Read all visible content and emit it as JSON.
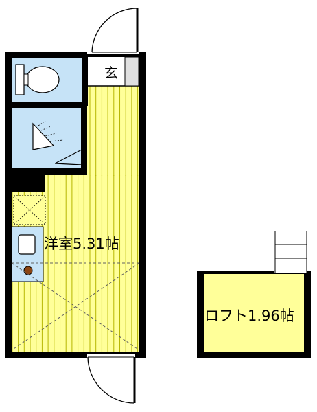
{
  "rooms": {
    "entrance": {
      "label": "玄"
    },
    "western_room": {
      "label": "洋室5.31帖"
    },
    "loft": {
      "label": "ロフト1.96帖"
    }
  },
  "colors": {
    "room_fill": "#ffff99",
    "wet_area_fill": "#c6e3f7",
    "wall": "#000000",
    "stripe": "#c8c800",
    "dash": "#606060"
  }
}
